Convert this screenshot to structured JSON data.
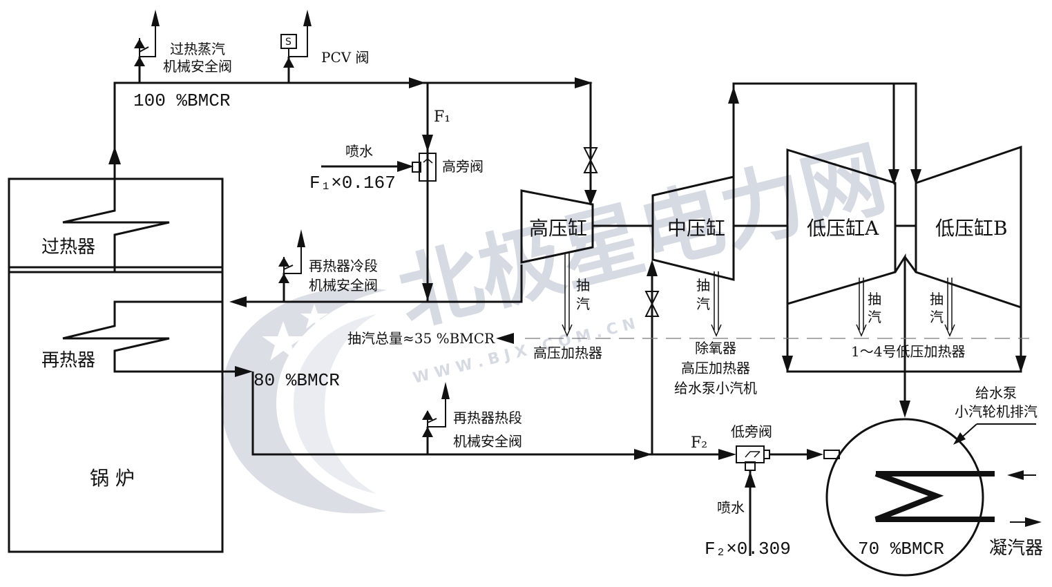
{
  "watermark": {
    "main": "北极星电力网",
    "url": "W W W . B J X . C O M . C N"
  },
  "boiler": {
    "superheater": "过热器",
    "reheater": "再热器",
    "boiler": "锅 炉"
  },
  "flows": {
    "main_steam": "100 %BMCR",
    "reheat": "80 %BMCR",
    "condenser": "70 %BMCR",
    "extraction_total": "抽汽总量≈35 %BMCR"
  },
  "valves": {
    "sh_safety_1": "过热蒸汽",
    "sh_safety_2": "机械安全阀",
    "pcv": "PCV 阀",
    "pcv_symbol": "S",
    "hp_bypass": "高旁阀",
    "lp_bypass": "低旁阀",
    "rh_cold_1": "再热器冷段",
    "rh_cold_2": "机械安全阀",
    "rh_hot_1": "再热器热段",
    "rh_hot_2": "机械安全阀"
  },
  "spray": {
    "hp_label": "喷水",
    "hp_value": "F₁×0.167",
    "lp_label": "喷水",
    "lp_value": "F₂×0.309"
  },
  "flow_symbols": {
    "f1": "F₁",
    "f2": "F₂"
  },
  "turbine": {
    "hp": "高压缸",
    "ip": "中压缸",
    "lpa": "低压缸A",
    "lpb": "低压缸B"
  },
  "extraction": {
    "char1": "抽",
    "char2": "汽"
  },
  "heaters": {
    "hp_heater": "高压加热器",
    "ip_1": "除氧器",
    "ip_2": "高压加热器",
    "ip_3": "给水泵小汽机",
    "lp_heaters": "1～4号低压加热器"
  },
  "condenser": {
    "name": "凝汽器",
    "pump_exhaust_1": "给水泵",
    "pump_exhaust_2": "小汽轮机排汽"
  }
}
